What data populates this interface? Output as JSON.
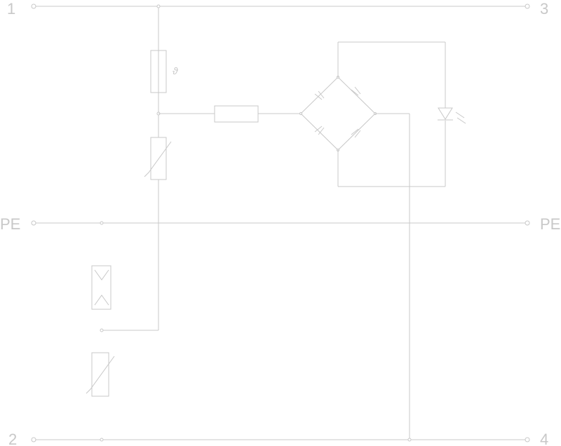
{
  "terminals": {
    "t1": "1",
    "t2": "2",
    "t3": "3",
    "t4": "4",
    "pe_left": "PE",
    "pe_right": "PE"
  },
  "component_marks": {
    "fuse_mark": "ϑ"
  },
  "colors": {
    "line": "#c8c8c8",
    "background": "#ffffff"
  }
}
